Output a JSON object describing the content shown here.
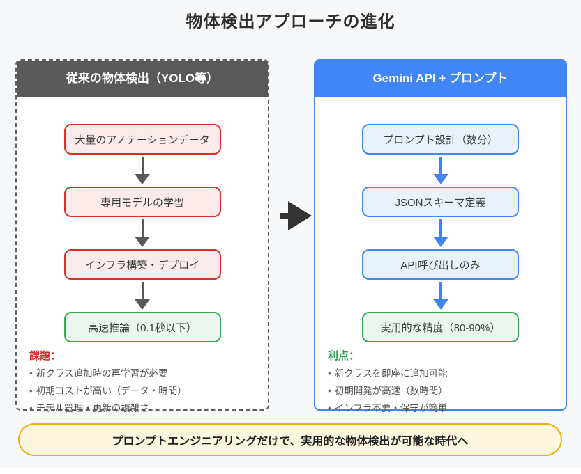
{
  "title": "物体検出アプローチの進化",
  "bullet_char": "•",
  "left_panel": {
    "header": "従来の物体検出（YOLO等）",
    "steps": [
      {
        "label": "大量のアノテーションデータ",
        "color": "red"
      },
      {
        "label": "専用モデルの学習",
        "color": "red"
      },
      {
        "label": "インフラ構築・デプロイ",
        "color": "red"
      },
      {
        "label": "高速推論（0.1秒以下）",
        "color": "green"
      }
    ],
    "notes_title": "課題：",
    "notes": [
      "新クラス追加時の再学習が必要",
      "初期コストが高い（データ・時間）",
      "モデル管理・更新の複雑さ"
    ]
  },
  "right_panel": {
    "header": "Gemini API + プロンプト",
    "steps": [
      {
        "label": "プロンプト設計（数分）",
        "color": "blue"
      },
      {
        "label": "JSONスキーマ定義",
        "color": "blue"
      },
      {
        "label": "API呼び出しのみ",
        "color": "blue"
      },
      {
        "label": "実用的な精度（80-90%）",
        "color": "green"
      }
    ],
    "notes_title": "利点：",
    "notes": [
      "新クラスを即座に追加可能",
      "初期開発が高速（数時間）",
      "インフラ不要・保守が簡単"
    ]
  },
  "banner": "プロンプトエンジニアリングだけで、実用的な物体検出が可能な時代へ",
  "colors": {
    "page_background": "#f6f8fa",
    "traditional_header_bg": "#595959",
    "gemini_header_bg": "#4285f4",
    "red_box_border": "#d93025",
    "red_box_bg": "#fcebea",
    "green_box_border": "#34a853",
    "green_box_bg": "#eaf6ee",
    "blue_box_border": "#4285f4",
    "blue_box_bg": "#e9f1fd",
    "banner_border": "#eeb009",
    "banner_bg": "#fdf6df",
    "issues_label": "#d32f2f",
    "benefits_label": "#2f9e50",
    "gray_arrow": "#595959",
    "blue_arrow": "#4285f4",
    "big_arrow": "#333333"
  }
}
